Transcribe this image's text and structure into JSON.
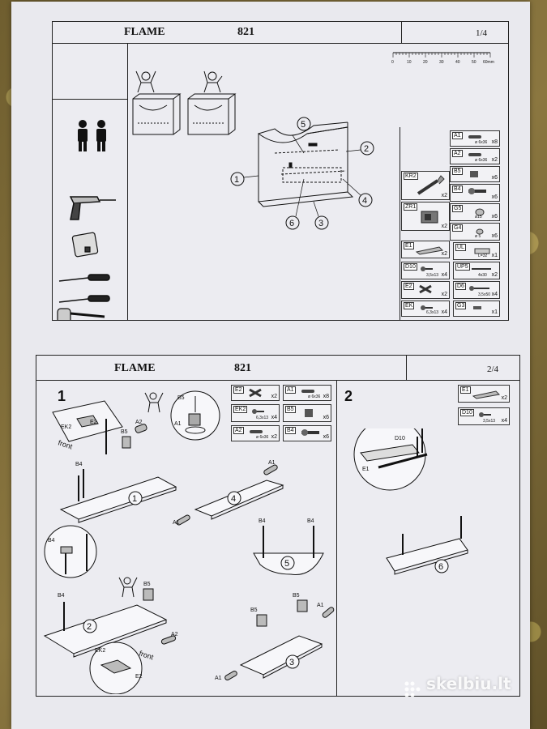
{
  "sheet1": {
    "title": "FLAME",
    "code": "821",
    "page": "1/4",
    "ruler_labels": [
      "0",
      "10",
      "20",
      "30",
      "40",
      "50",
      "60mm"
    ],
    "panel_labels": [
      "1",
      "2",
      "3",
      "4",
      "5",
      "6"
    ],
    "parts": [
      {
        "code": "A1",
        "spec": "ø 6x36",
        "qty": "x8"
      },
      {
        "code": "A2",
        "spec": "ø 6x36",
        "qty": "x2"
      },
      {
        "code": "B5",
        "spec": "",
        "qty": "x6"
      },
      {
        "code": "B4",
        "spec": "",
        "qty": "x6"
      },
      {
        "code": "G5",
        "spec": "ø15",
        "qty": "x6"
      },
      {
        "code": "G4",
        "spec": "ø 5",
        "qty": "x6"
      },
      {
        "code": "UL",
        "spec": "L=32",
        "qty": "x1"
      },
      {
        "code": "UP5",
        "spec": "4x30",
        "qty": "x2"
      },
      {
        "code": "D6",
        "spec": "3,5x50",
        "qty": "x4"
      },
      {
        "code": "G3",
        "spec": "",
        "qty": "x1"
      },
      {
        "code": "KR2",
        "spec": "",
        "qty": "x2"
      },
      {
        "code": "ZR1",
        "spec": "",
        "qty": "x2"
      },
      {
        "code": "E1",
        "spec": "",
        "qty": "x2"
      },
      {
        "code": "D10",
        "spec": "3,5x13",
        "qty": "x4"
      },
      {
        "code": "E2",
        "spec": "",
        "qty": "x2"
      },
      {
        "code": "EK",
        "spec": "6,3x13",
        "qty": "x4"
      }
    ]
  },
  "sheet2": {
    "title": "FLAME",
    "code": "821",
    "page": "2/4",
    "step1": "1",
    "step2": "2",
    "front_label": "front",
    "front_label2": "front",
    "step1_parts": [
      {
        "code": "E2",
        "spec": "",
        "qty": "x2"
      },
      {
        "code": "A1",
        "spec": "ø 6x36",
        "qty": "x8"
      },
      {
        "code": "EK2",
        "spec": "6,3x13",
        "qty": "x4"
      },
      {
        "code": "B5",
        "spec": "",
        "qty": "x6"
      },
      {
        "code": "A2",
        "spec": "ø 6x36",
        "qty": "x2"
      },
      {
        "code": "B4",
        "spec": "",
        "qty": "x6"
      }
    ],
    "step2_parts": [
      {
        "code": "E1",
        "spec": "",
        "qty": "x2"
      },
      {
        "code": "D10",
        "spec": "3,5x13",
        "qty": "x4"
      }
    ],
    "callouts": {
      "ek2": "EK2",
      "e2": "E2",
      "b5": "B5",
      "a2": "A2",
      "a1": "A1",
      "b4": "B4",
      "d10": "D10",
      "e1": "E1",
      "ek2b": "EK2",
      "e2b": "E2"
    },
    "panel_labels": [
      "1",
      "2",
      "3",
      "4",
      "5",
      "6"
    ]
  },
  "watermark": "skelbiu.lt"
}
